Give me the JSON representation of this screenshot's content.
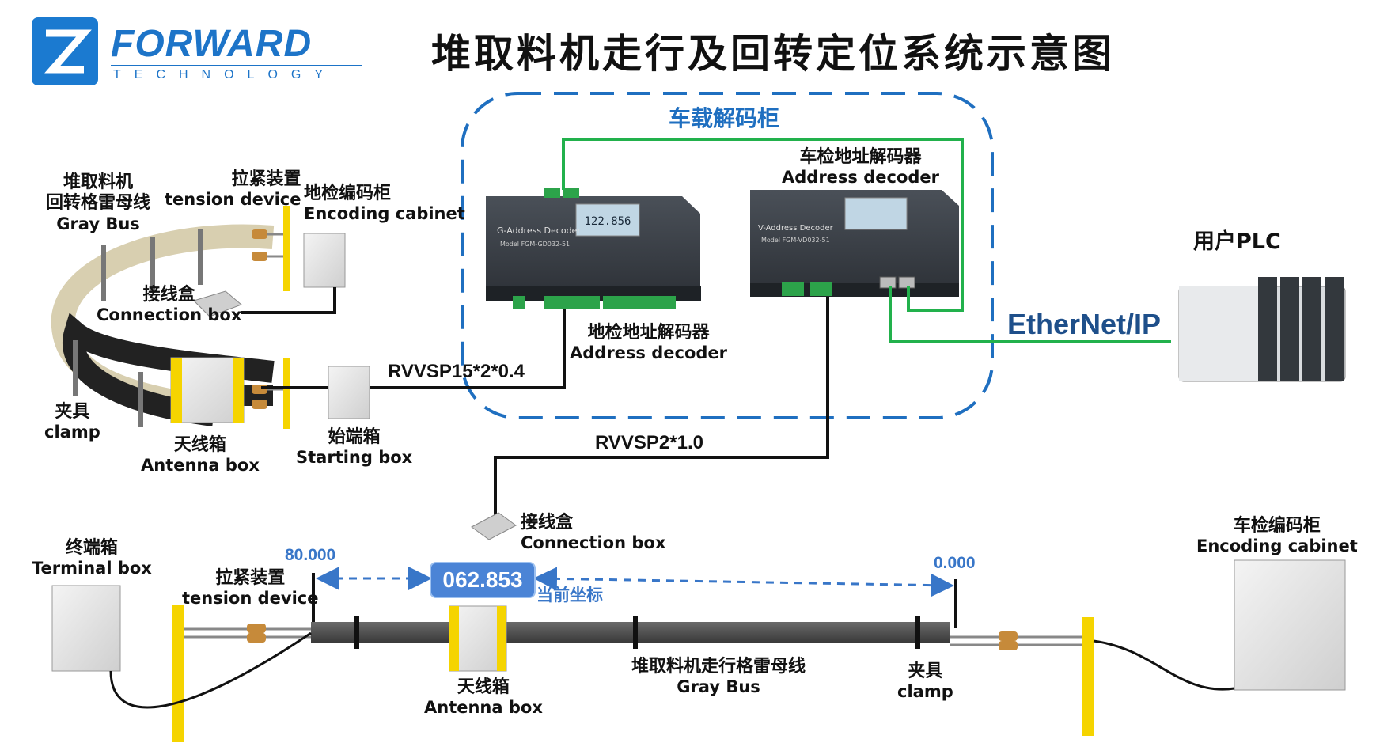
{
  "title": "堆取料机走行及回转定位系统示意图",
  "logo": {
    "name": "FORWARD",
    "sub": "TECHNOLOGY"
  },
  "cabinet_title": "车载解码柜",
  "labels": {
    "rotary_bus_zh1": "堆取料机",
    "rotary_bus_zh2": "回转格雷母线",
    "rotary_bus_en": "Gray Bus",
    "tension_top_zh": "拉紧装置",
    "tension_top_en": "tension device",
    "ground_cab_zh": "地检编码柜",
    "ground_cab_en": "Encoding cabinet",
    "conn_top_zh": "接线盒",
    "conn_top_en": "Connection box",
    "clamp_left_zh": "夹具",
    "clamp_left_en": "clamp",
    "antenna_top_zh": "天线箱",
    "antenna_top_en": "Antenna box",
    "start_box_zh": "始端箱",
    "start_box_en": "Starting box",
    "ground_decoder_zh": "地检地址解码器",
    "ground_decoder_en": "Address decoder",
    "vehicle_decoder_zh": "车检地址解码器",
    "vehicle_decoder_en": "Address decoder",
    "plc": "用户PLC",
    "ethernet": "EtherNet/IP",
    "conn_bottom_zh": "接线盒",
    "conn_bottom_en": "Connection box",
    "terminal_zh": "终端箱",
    "terminal_en": "Terminal box",
    "tension_bottom_zh": "拉紧装置",
    "tension_bottom_en": "tension device",
    "vehicle_cab_zh": "车检编码柜",
    "vehicle_cab_en": "Encoding cabinet",
    "antenna_bottom_zh": "天线箱",
    "antenna_bottom_en": "Antenna box",
    "travel_bus_zh": "堆取料机走行格雷母线",
    "travel_bus_en": "Gray Bus",
    "clamp_right_zh": "夹具",
    "clamp_right_en": "clamp",
    "current_pos": "当前坐标"
  },
  "cables": {
    "top": "RVVSP15*2*0.4",
    "middle": "RVVSP2*1.0"
  },
  "positions": {
    "left": "80.000",
    "right": "0.000",
    "current": "062.853"
  },
  "devices": {
    "g_decoder": {
      "name": "G-Address Decoder",
      "model": "Model  FGM-GD032-51",
      "display": "122.856"
    },
    "v_decoder": {
      "name": "V-Address Decoder",
      "model": "Model  FGM-VD032-51"
    }
  },
  "colors": {
    "accent_blue": "#1f6fc0",
    "ethernet_green": "#22b14c",
    "current_readout": "#4b84d6",
    "post_yellow": "#f5d400"
  }
}
